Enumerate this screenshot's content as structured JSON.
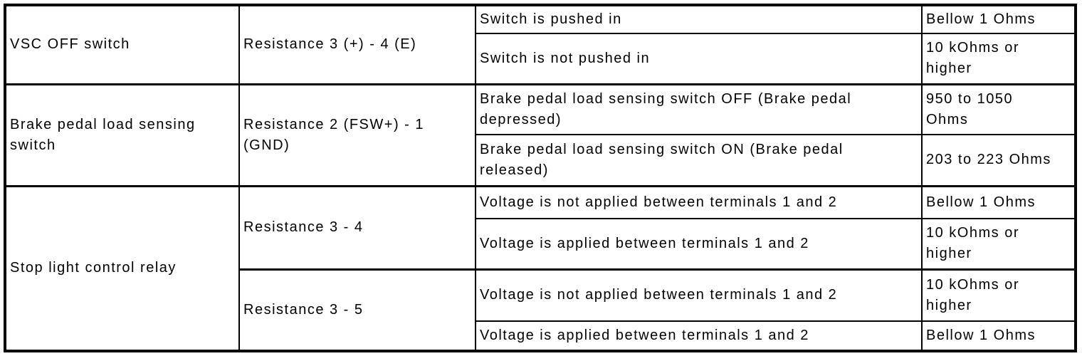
{
  "page": {
    "background_color": "#ffffff",
    "line_color": "#000000",
    "text_color": "#000000"
  },
  "table": {
    "columns": [
      "component",
      "measurement",
      "condition",
      "specified_value"
    ],
    "sections": [
      {
        "component": "VSC OFF switch",
        "groups": [
          {
            "measurement": "Resistance 3 (+) - 4 (E)",
            "rows": [
              {
                "condition": "Switch is pushed in",
                "value": "Bellow 1 Ohms"
              },
              {
                "condition": "Switch is not pushed in",
                "value": "10 kOhms or\nhigher"
              }
            ]
          }
        ]
      },
      {
        "component": "Brake pedal load sensing\nswitch",
        "groups": [
          {
            "measurement": "Resistance 2 (FSW+) - 1\n(GND)",
            "rows": [
              {
                "condition": "Brake pedal load sensing switch OFF (Brake pedal\ndepressed)",
                "value": "950 to 1050\nOhms"
              },
              {
                "condition": "Brake pedal load sensing switch ON (Brake pedal\nreleased)",
                "value": "203 to 223 Ohms"
              }
            ]
          }
        ]
      },
      {
        "component": "Stop light control relay",
        "groups": [
          {
            "measurement": "Resistance 3 - 4",
            "rows": [
              {
                "condition": "Voltage is not applied between terminals 1 and 2",
                "value": "Bellow 1 Ohms"
              },
              {
                "condition": "Voltage is applied between terminals 1 and 2",
                "value": "10 kOhms or\nhigher"
              }
            ]
          },
          {
            "measurement": "Resistance 3 - 5",
            "rows": [
              {
                "condition": "Voltage is not applied between terminals 1 and 2",
                "value": "10 kOhms or\nhigher"
              },
              {
                "condition": "Voltage is applied between terminals 1 and 2",
                "value": "Bellow 1 Ohms"
              }
            ]
          }
        ]
      }
    ]
  }
}
